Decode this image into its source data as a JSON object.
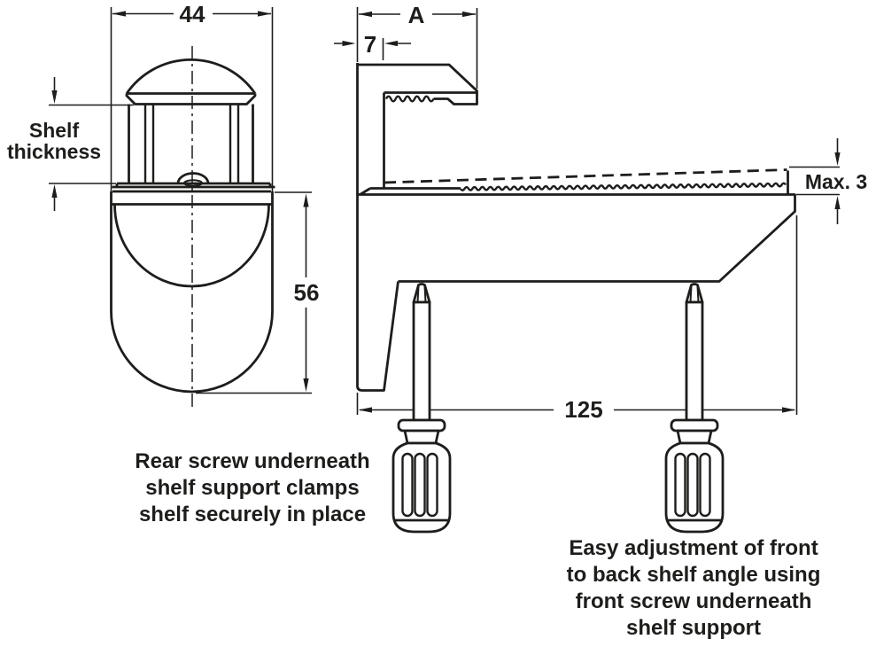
{
  "figure": {
    "type": "technical-drawing",
    "subject": "glass/wood shelf support clamp, front view and side view with adjustment screwdrivers",
    "background": "#ffffff",
    "line_color": "#1d1d1b",
    "dimensions": {
      "clamp_width": "44",
      "overhang": "A",
      "plate_thickness": "7",
      "support_height": "56",
      "support_depth": "125",
      "max_tilt": "Max. 3",
      "shelf_thickness": [
        "Shelf",
        "thickness"
      ]
    },
    "captions": {
      "rear_screw": [
        "Rear screw underneath",
        "shelf support clamps",
        "shelf securely in place"
      ],
      "front_screw": [
        "Easy adjustment of front",
        "to back shelf angle using",
        "front screw underneath",
        "shelf support"
      ]
    }
  }
}
